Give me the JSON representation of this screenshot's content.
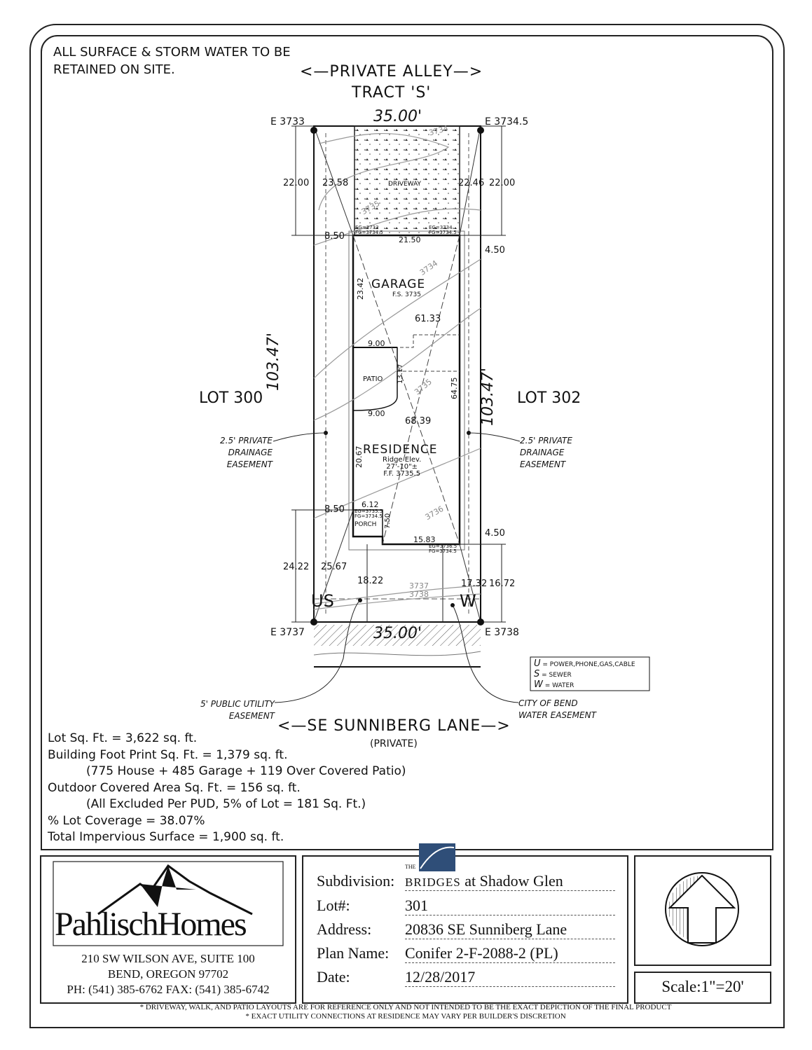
{
  "notes": {
    "storm_water": [
      "ALL SURFACE & STORM WATER TO BE",
      "RETAINED ON SITE."
    ]
  },
  "top_road": {
    "line1": "<—PRIVATE ALLEY—>",
    "line2": "TRACT 'S'"
  },
  "bottom_road": {
    "line1": "<—SE SUNNIBERG LANE—>",
    "line2": "(PRIVATE)"
  },
  "lot": {
    "left_neighbor": "LOT 300",
    "right_neighbor": "LOT 302",
    "frontage_top": "35.00'",
    "frontage_bottom": "35.00'",
    "depth_left": "103.47'",
    "depth_right": "103.47'"
  },
  "corner_elevations": {
    "top_left": "E 3733",
    "top_right": "E 3734.5",
    "bottom_left": "E 3737",
    "bottom_right": "E 3738"
  },
  "dimensions": {
    "drive_left_a": "22.00",
    "drive_left_b": "23.58",
    "drive_right_a": "22.46",
    "drive_right_b": "22.00",
    "setback_left_top": "8.50",
    "garage_width": "21.50",
    "setback_right_top": "4.50",
    "garage_depth": "23.42",
    "diag_upper": "61.33",
    "patio_width_top": "9.00",
    "patio_depth": "13.17",
    "patio_width_bottom": "9.00",
    "diag_lower": "68.39",
    "residence_depth": "64.75",
    "res_left_depth": "20.67",
    "setback_left_bottom": "8.50",
    "porch_width": "6.12",
    "porch_depth": "7.50",
    "res_rear_width": "15.83",
    "setback_right_bottom": "4.50",
    "front_left_a": "24.22",
    "front_left_b": "25.67",
    "front_mid_left": "18.22",
    "front_mid_right": "17.32",
    "front_right": "16.72"
  },
  "contours": [
    "3734",
    "3734",
    "3735",
    "3735",
    "3736",
    "3737",
    "3738"
  ],
  "elev_tags": {
    "drive_left": [
      "EG=3733",
      "FG=3734.5"
    ],
    "drive_right": [
      "EG=3734",
      "FG=3734.5"
    ],
    "porch": [
      "EG=3735.5",
      "FG=3734.5"
    ],
    "rear_right": [
      "EG=3736.5",
      "FG=3734.5"
    ]
  },
  "structures": {
    "driveway": "DRIVEWAY",
    "garage": "GARAGE",
    "garage_fs": "F.S. 3735",
    "patio": "PATIO",
    "residence": "RESIDENCE",
    "ridge_line1": "Ridge Elev.",
    "ridge_line2": "27'-10\"±",
    "ridge_line3": "F.F. 3735.5",
    "porch": "PORCH"
  },
  "easements": {
    "left": [
      "2.5' PRIVATE",
      "DRAINAGE",
      "EASEMENT"
    ],
    "right": [
      "2.5' PRIVATE",
      "DRAINAGE",
      "EASEMENT"
    ],
    "utility": [
      "5' PUBLIC UTILITY",
      "EASEMENT"
    ],
    "water": [
      "CITY OF BEND",
      "WATER EASEMENT"
    ]
  },
  "utility_marks": {
    "us": "US",
    "w": "W"
  },
  "legend": [
    {
      "key": "U",
      "text": "POWER,PHONE,GAS,CABLE"
    },
    {
      "key": "S",
      "text": "SEWER"
    },
    {
      "key": "W",
      "text": "WATER"
    }
  ],
  "stats": [
    "Lot Sq. Ft. = 3,622 sq. ft.",
    "Building Foot Print Sq. Ft. = 1,379 sq. ft.",
    "(775 House + 485 Garage + 119 Over Covered Patio)",
    "Outdoor Covered Area Sq. Ft. = 156 sq. ft.",
    "(All Excluded Per PUD, 5% of Lot = 181 Sq. Ft.)",
    "% Lot Coverage = 38.07%",
    "Total Impervious Surface = 1,900 sq. ft."
  ],
  "company": {
    "name": "PahlischHomes",
    "address1": "210 SW WILSON AVE, SUITE 100",
    "address2": "BEND, OREGON 97702",
    "phone": "PH: (541) 385-6762 FAX: (541) 385-6742"
  },
  "title_block": {
    "subdivision_label": "Subdivision:",
    "subdivision_the": "THE",
    "subdivision_brand": "BRIDGES",
    "subdivision_value": "at Shadow Glen",
    "lot_label": "Lot#:",
    "lot_value": "301",
    "address_label": "Address:",
    "address_value": "20836 SE Sunniberg Lane",
    "plan_label": "Plan Name:",
    "plan_value": "Conifer 2-F-2088-2 (PL)",
    "date_label": "Date:",
    "date_value": "12/28/2017"
  },
  "north": "N",
  "scale": "Scale:1\"=20'",
  "disclaimers": [
    "* DRIVEWAY, WALK, AND PATIO LAYOUTS ARE FOR REFERENCE ONLY AND NOT INTENDED TO BE THE EXACT DEPICTION OF THE FINAL PRODUCT",
    "* EXACT UTILITY CONNECTIONS AT RESIDENCE MAY VARY PER BUILDER'S DISCRETION"
  ]
}
